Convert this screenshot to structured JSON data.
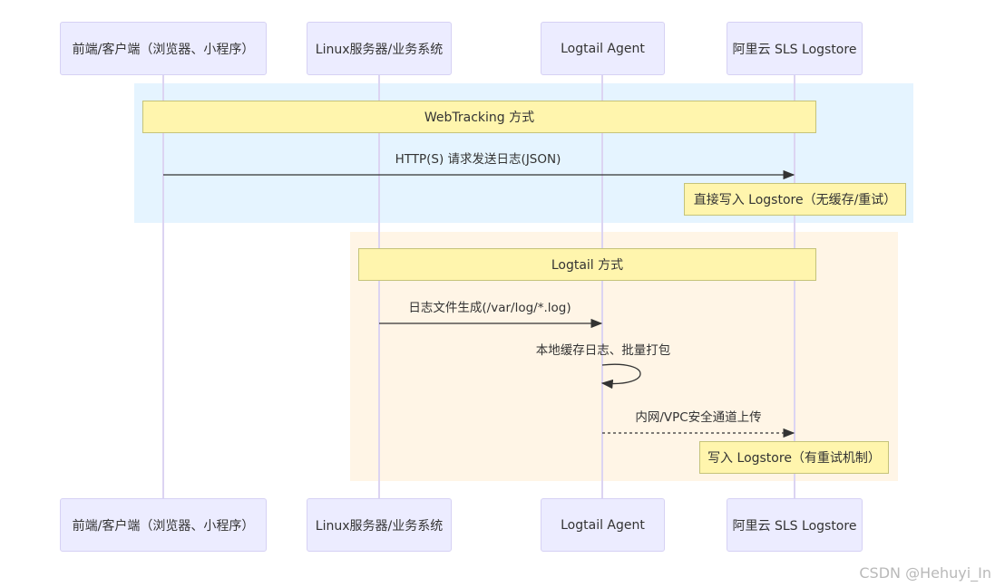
{
  "participants": [
    {
      "label": "前端/客户端（浏览器、小程序）"
    },
    {
      "label": "Linux服务器/业务系统"
    },
    {
      "label": "Logtail Agent"
    },
    {
      "label": "阿里云 SLS Logstore"
    }
  ],
  "groups": [
    {
      "title": "WebTracking 方式"
    },
    {
      "title": "Logtail 方式"
    }
  ],
  "messages": [
    {
      "label": "HTTP(S) 请求发送日志(JSON)"
    },
    {
      "label": "日志文件生成(/var/log/*.log)"
    },
    {
      "label": "本地缓存日志、批量打包"
    },
    {
      "label": "内网/VPC安全通道上传"
    }
  ],
  "notes": [
    {
      "text": "直接写入 Logstore（无缓存/重试）"
    },
    {
      "text": "写入 Logstore（有重试机制）"
    }
  ],
  "colors": {
    "participant_bg": "#ececff",
    "group1_bg": "#e5f4ff",
    "group2_bg": "#fff5e6",
    "note_bg": "#fff5ad"
  },
  "watermark": "CSDN @Hehuyi_In"
}
